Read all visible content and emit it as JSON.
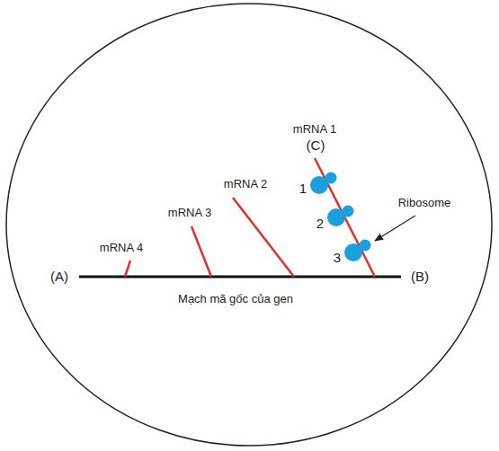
{
  "diagram": {
    "labels": [
      "mRNA 1",
      "(C)",
      "mRNA 2",
      "mRNA 3",
      "mRNA 4",
      "1",
      "2",
      "3",
      "Ribosome",
      "(A)",
      "(B)",
      "Mạch mã gốc của gen"
    ]
  }
}
